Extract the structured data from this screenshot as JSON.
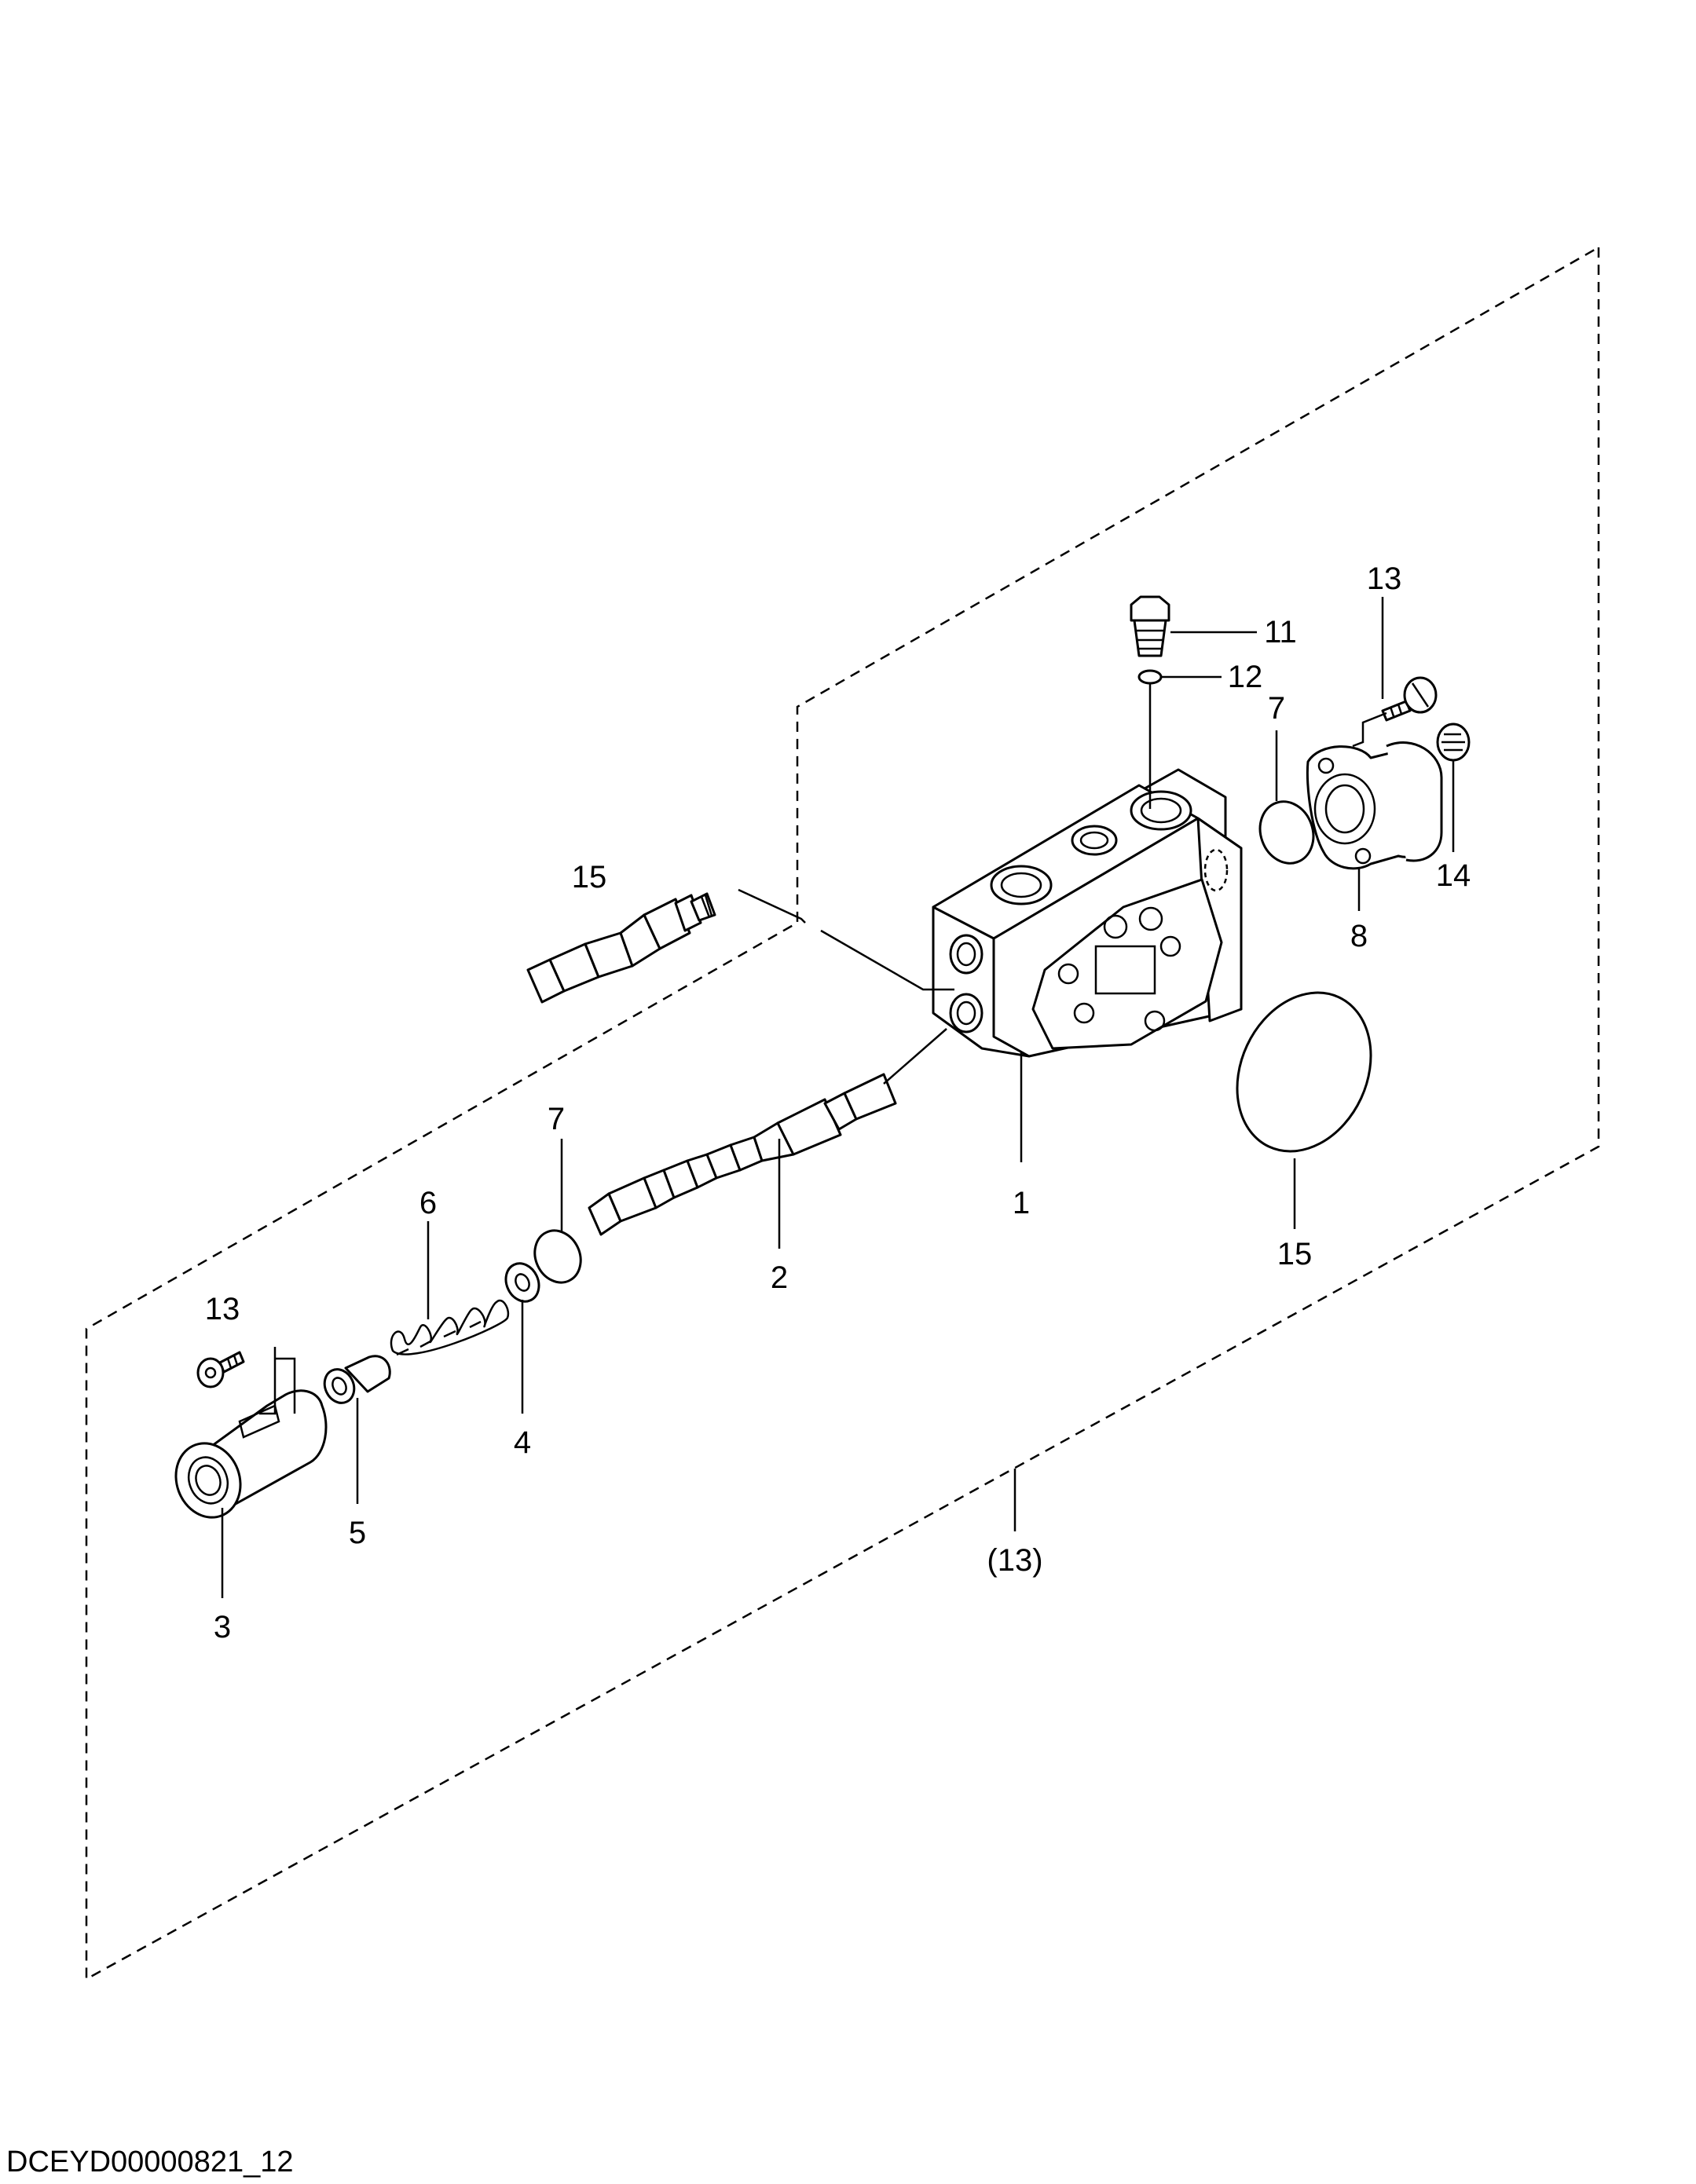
{
  "diagram": {
    "callouts": {
      "c1": "1",
      "c2": "2",
      "c3": "3",
      "c4": "4",
      "c5": "5",
      "c6": "6",
      "c7a": "7",
      "c7b": "7",
      "c8": "8",
      "c11": "11",
      "c12": "12",
      "c13a": "13",
      "c13b": "13",
      "c14": "14",
      "c15a": "15",
      "c15b": "15",
      "c13_assembly": "(13)"
    },
    "footer_code": "DCEYD00000821_12"
  }
}
